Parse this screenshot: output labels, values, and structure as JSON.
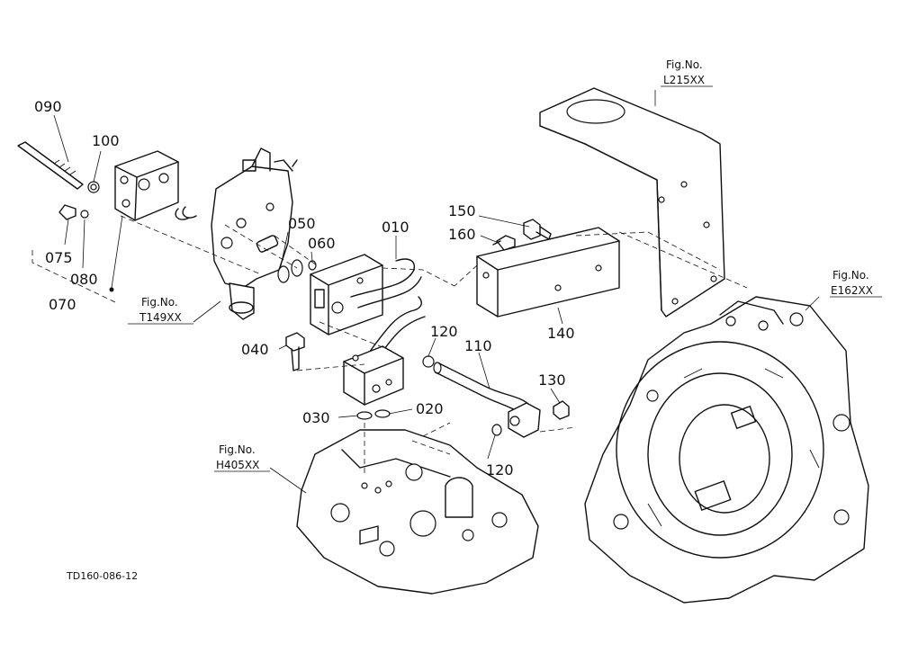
{
  "part_labels": {
    "p010": "010",
    "p020": "020",
    "p030": "030",
    "p040": "040",
    "p050": "050",
    "p060": "060",
    "p070": "070",
    "p075": "075",
    "p080": "080",
    "p090": "090",
    "p100": "100",
    "p110": "110",
    "p120a": "120",
    "p120b": "120",
    "p130": "130",
    "p140": "140",
    "p150": "150",
    "p160": "160"
  },
  "figure_refs": {
    "l215": {
      "line1": "Fig.No.",
      "line2": "L215XX"
    },
    "e162": {
      "line1": "Fig.No.",
      "line2": "E162XX"
    },
    "t149": {
      "line1": "Fig.No.",
      "line2": "T149XX"
    },
    "h405": {
      "line1": "Fig.No.",
      "line2": "H405XX"
    }
  },
  "drawing_code": "TD160-086-12"
}
